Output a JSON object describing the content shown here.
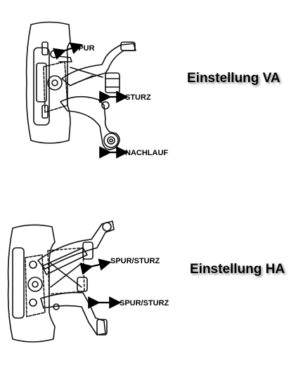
{
  "front": {
    "title": "Einstellung VA",
    "labels": {
      "toe": "SPUR",
      "camber": "STURZ",
      "caster": "NACHLAUF"
    }
  },
  "rear": {
    "title": "Einstellung HA",
    "labels": {
      "toe_camber_upper": "SPUR/STURZ",
      "toe_camber_lower": "SPUR/STURZ"
    }
  }
}
